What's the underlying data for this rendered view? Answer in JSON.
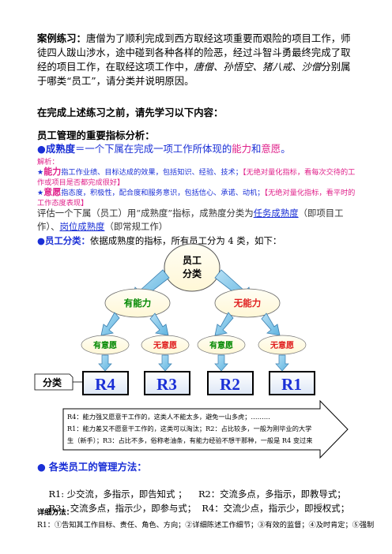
{
  "case": {
    "title": "案例练习：",
    "body_pre": "唐僧为了顺利完成到西方取经这项重要而艰险的项目工作，师徒四人跋山涉水，途中碰到各种各样的险恶，经过斗智斗勇最终完成了取经的项目工作，在取经这项工作中，",
    "names": "唐僧、孙悟空、猪八戒、沙僧",
    "body_post": "分别属于哪类“员工”，请分类并说明原因。"
  },
  "prompt": "在完成上述练习之前，请先学习以下内容：",
  "section1": {
    "title": "员工管理的重要指标分析：",
    "maturity_bullet": "●",
    "maturity_term": "成熟度",
    "maturity_def_pre": "＝一个下属在完成一项工作所体现的",
    "maturity_ability": "能力",
    "maturity_and": "和",
    "maturity_will": "意愿",
    "maturity_end": "。",
    "explain_label": "解析：",
    "ability_star": "★",
    "ability_term": "能力",
    "ability_text": "指工作业绩、目标达成的效果，包括知识、经验、技术；",
    "ability_note": "【无绝对量化指标，看每次交待的工作或项目是否都完成很好】",
    "will_star": "★",
    "will_term": "意愿",
    "will_text": "指态度，积极性，配合度和服务意识，包括信心、承诺、动机；",
    "will_note": "【无绝对量化指标，看平时的工作态度表现】",
    "eval_pre": "评估一个下属（员工）用“成熟度”指标，成熟度分类为",
    "eval_task": "任务成熟度",
    "eval_mid": "（即项目工作）、",
    "eval_post": "岗位成熟度",
    "eval_end": "（即常规工作）",
    "class_bullet": "●",
    "class_title": "员工分类：",
    "class_text": "依据成熟度的指标，所有员工分为 4 类，如下："
  },
  "diagram": {
    "root": [
      "员工",
      "分类"
    ],
    "left": "有能力",
    "right": "无能力",
    "leaves": [
      "有意愿",
      "无意愿",
      "有意愿",
      "无意愿"
    ],
    "classify_label": "分类",
    "boxes": [
      "R4",
      "R3",
      "R2",
      "R1"
    ],
    "arrow_lines": [
      "R4：能力强又愿意干工作的，这类人不能太多，避免一山多虎；………",
      "R1：能力差又不愿意干工作的，这类可以淘汰；R2：占比较多，一般为刚毕业的大学",
      "生（新手）；R3：占比不多，俗称老油条，有能力经验不想干那种，一般是 R4 变过来"
    ],
    "colors": {
      "oval_fill": "#fffce8",
      "ability_text": "#008800",
      "no_ability_text": "#e02020",
      "arrow_fill": "#7ec7ea",
      "box_fill": "#e9f0fa",
      "box_text": "#1a2fd6"
    }
  },
  "section2": {
    "bullet": "●",
    "title": "各类员工的管理方法：",
    "line1": "R1: 少交流，多指示，即告知式 ；    R2：交流多点，多指示，即教导式；",
    "line2": "R3：交流多点，指示少，即参与式；  R4：交流少点，指示少，即授权式；",
    "detail_title": "详细方法：",
    "detail_line": "R1：①告知其工作目标、责任、角色、方向；②详细陈述工作细节；③有效的监督；④及时肯定；⑤强制"
  }
}
